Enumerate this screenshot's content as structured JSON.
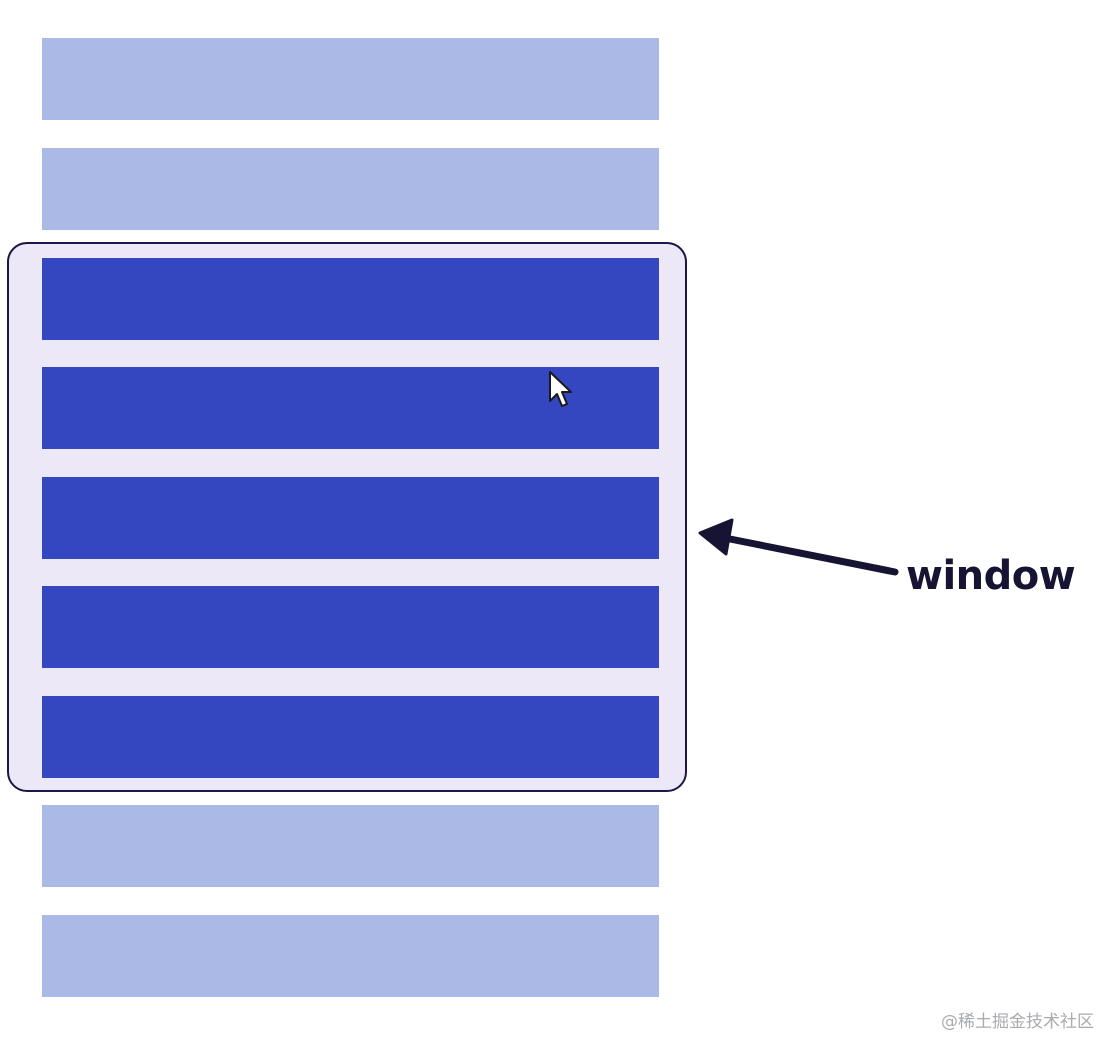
{
  "diagram": {
    "label": "window",
    "total_rows": 9,
    "visible_rows": [
      2,
      3,
      4,
      5,
      6
    ],
    "colors": {
      "outside_row": "#abb9e6",
      "inside_row": "#3446c0",
      "window_fill": "#ede8f8",
      "window_border": "#1c1746",
      "arrow": "#161432"
    },
    "icons": [
      "cursor-icon",
      "arrow-icon"
    ]
  },
  "watermark": {
    "text": "@稀土掘金技术社区"
  }
}
